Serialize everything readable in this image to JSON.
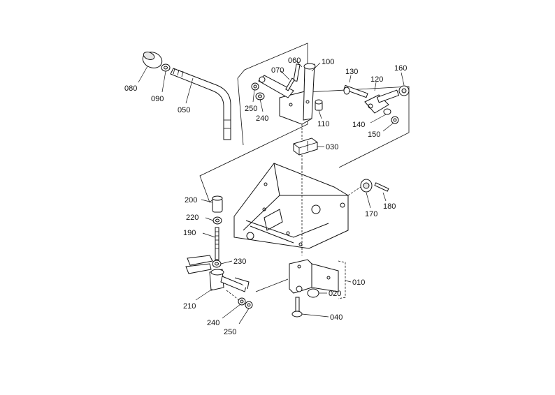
{
  "diagram": {
    "labels": {
      "p010": "010",
      "p020": "020",
      "p030": "030",
      "p040": "040",
      "p050": "050",
      "p060": "060",
      "p070": "070",
      "p080": "080",
      "p090": "090",
      "p100": "100",
      "p110": "110",
      "p120": "120",
      "p130": "130",
      "p140": "140",
      "p150": "150",
      "p160": "160",
      "p170": "170",
      "p180": "180",
      "p190": "190",
      "p200": "200",
      "p210": "210",
      "p220": "220",
      "p230": "230",
      "p240a": "240",
      "p250a": "250",
      "p240b": "240",
      "p250b": "250"
    }
  }
}
